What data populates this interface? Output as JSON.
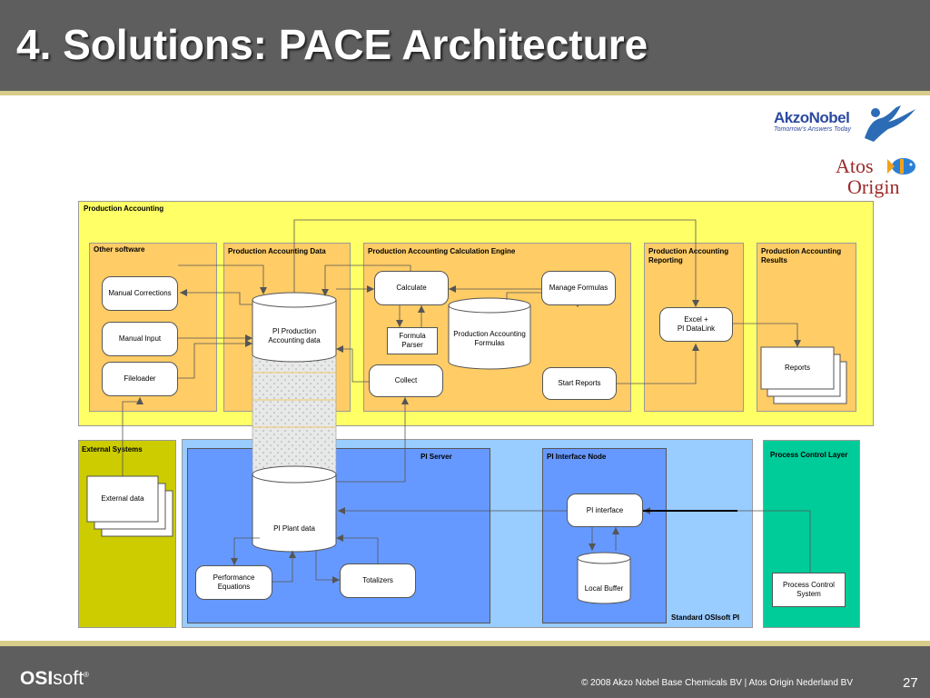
{
  "slide": {
    "title": "4. Solutions: PACE Architecture",
    "footer_brand_bold": "OSI",
    "footer_brand_light": "soft",
    "footer_brand_mark": "®",
    "copyright": "© 2008 Akzo Nobel Base Chemicals BV  |  Atos Origin Nederland BV",
    "page_number": "27"
  },
  "logos": {
    "akzo_name": "AkzoNobel",
    "akzo_tagline": "Tomorrow's Answers Today",
    "atos_line1": "Atos",
    "atos_line2": "Origin"
  },
  "diagram": {
    "regions": {
      "production_accounting": "Production Accounting",
      "other_software": "Other software",
      "pa_data": "Production Accounting Data",
      "pa_calc_engine": "Production Accounting Calculation Engine",
      "pa_reporting": "Production Accounting Reporting",
      "pa_results": "Production Accounting Results",
      "external_systems": "External Systems",
      "pi_server": "PI Server",
      "pi_interface_node": "PI Interface Node",
      "standard_osisoft_pi": "Standard OSIsoft PI",
      "process_control_layer": "Process Control Layer"
    },
    "nodes": {
      "manual_corrections": "Manual Corrections",
      "manual_input": "Manual Input",
      "fileloader": "Fileloader",
      "pi_production_accounting_data": "PI Production Accounting data",
      "calculate": "Calculate",
      "manage_formulas": "Manage Formulas",
      "formula_parser": "Formula Parser",
      "production_accounting_formulas": "Production Accounting Formulas",
      "collect": "Collect",
      "start_reports": "Start Reports",
      "excel_pi_datalink_1": "Excel +",
      "excel_pi_datalink_2": "PI DataLink",
      "reports": "Reports",
      "external_data": "External data",
      "pi_plant_data": "PI Plant data",
      "performance_equations": "Performance Equations",
      "totalizers": "Totalizers",
      "pi_interface": "PI interface",
      "local_buffer": "Local Buffer",
      "process_control_system": "Process Control System"
    },
    "colors": {
      "production_accounting_bg": "#ffff66",
      "sub_region_bg": "#ffcc66",
      "external_systems_bg": "#cccc00",
      "standard_pi_bg": "#99ccff",
      "pi_server_bg": "#6699ff",
      "process_control_bg": "#00cc99"
    }
  }
}
